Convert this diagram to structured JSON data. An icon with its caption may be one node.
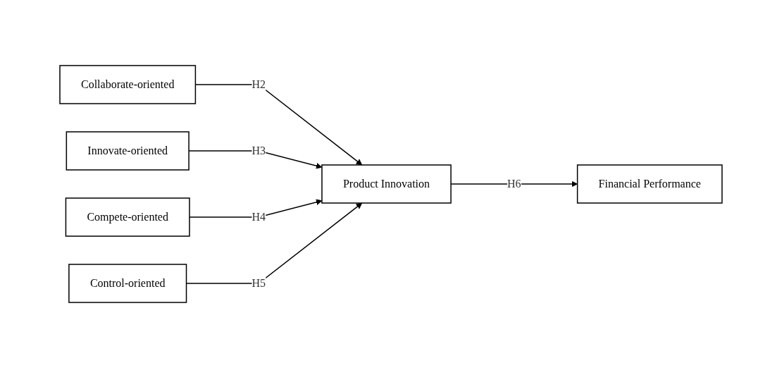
{
  "diagram": {
    "nodes": [
      {
        "text": [
          "Collaborate-oriented"
        ]
      },
      {
        "text": [
          "Innovate-oriented"
        ]
      },
      {
        "text": [
          "Compete-oriented"
        ]
      },
      {
        "text": [
          "Control-oriented"
        ]
      },
      {
        "text": [
          "Product Innovation"
        ]
      },
      {
        "text": [
          "Financial Performance"
        ]
      }
    ],
    "edges": [
      {
        "from": 0,
        "to": 4,
        "arrow": "to",
        "label": "H2"
      },
      {
        "from": 1,
        "to": 4,
        "arrow": "to",
        "label": "H3"
      },
      {
        "from": 2,
        "to": 4,
        "arrow": "to",
        "label": "H4"
      },
      {
        "from": 3,
        "to": 4,
        "arrow": "to",
        "label": "H5"
      },
      {
        "from": 4,
        "to": 5,
        "arrow": "to",
        "label": "H6"
      }
    ]
  }
}
